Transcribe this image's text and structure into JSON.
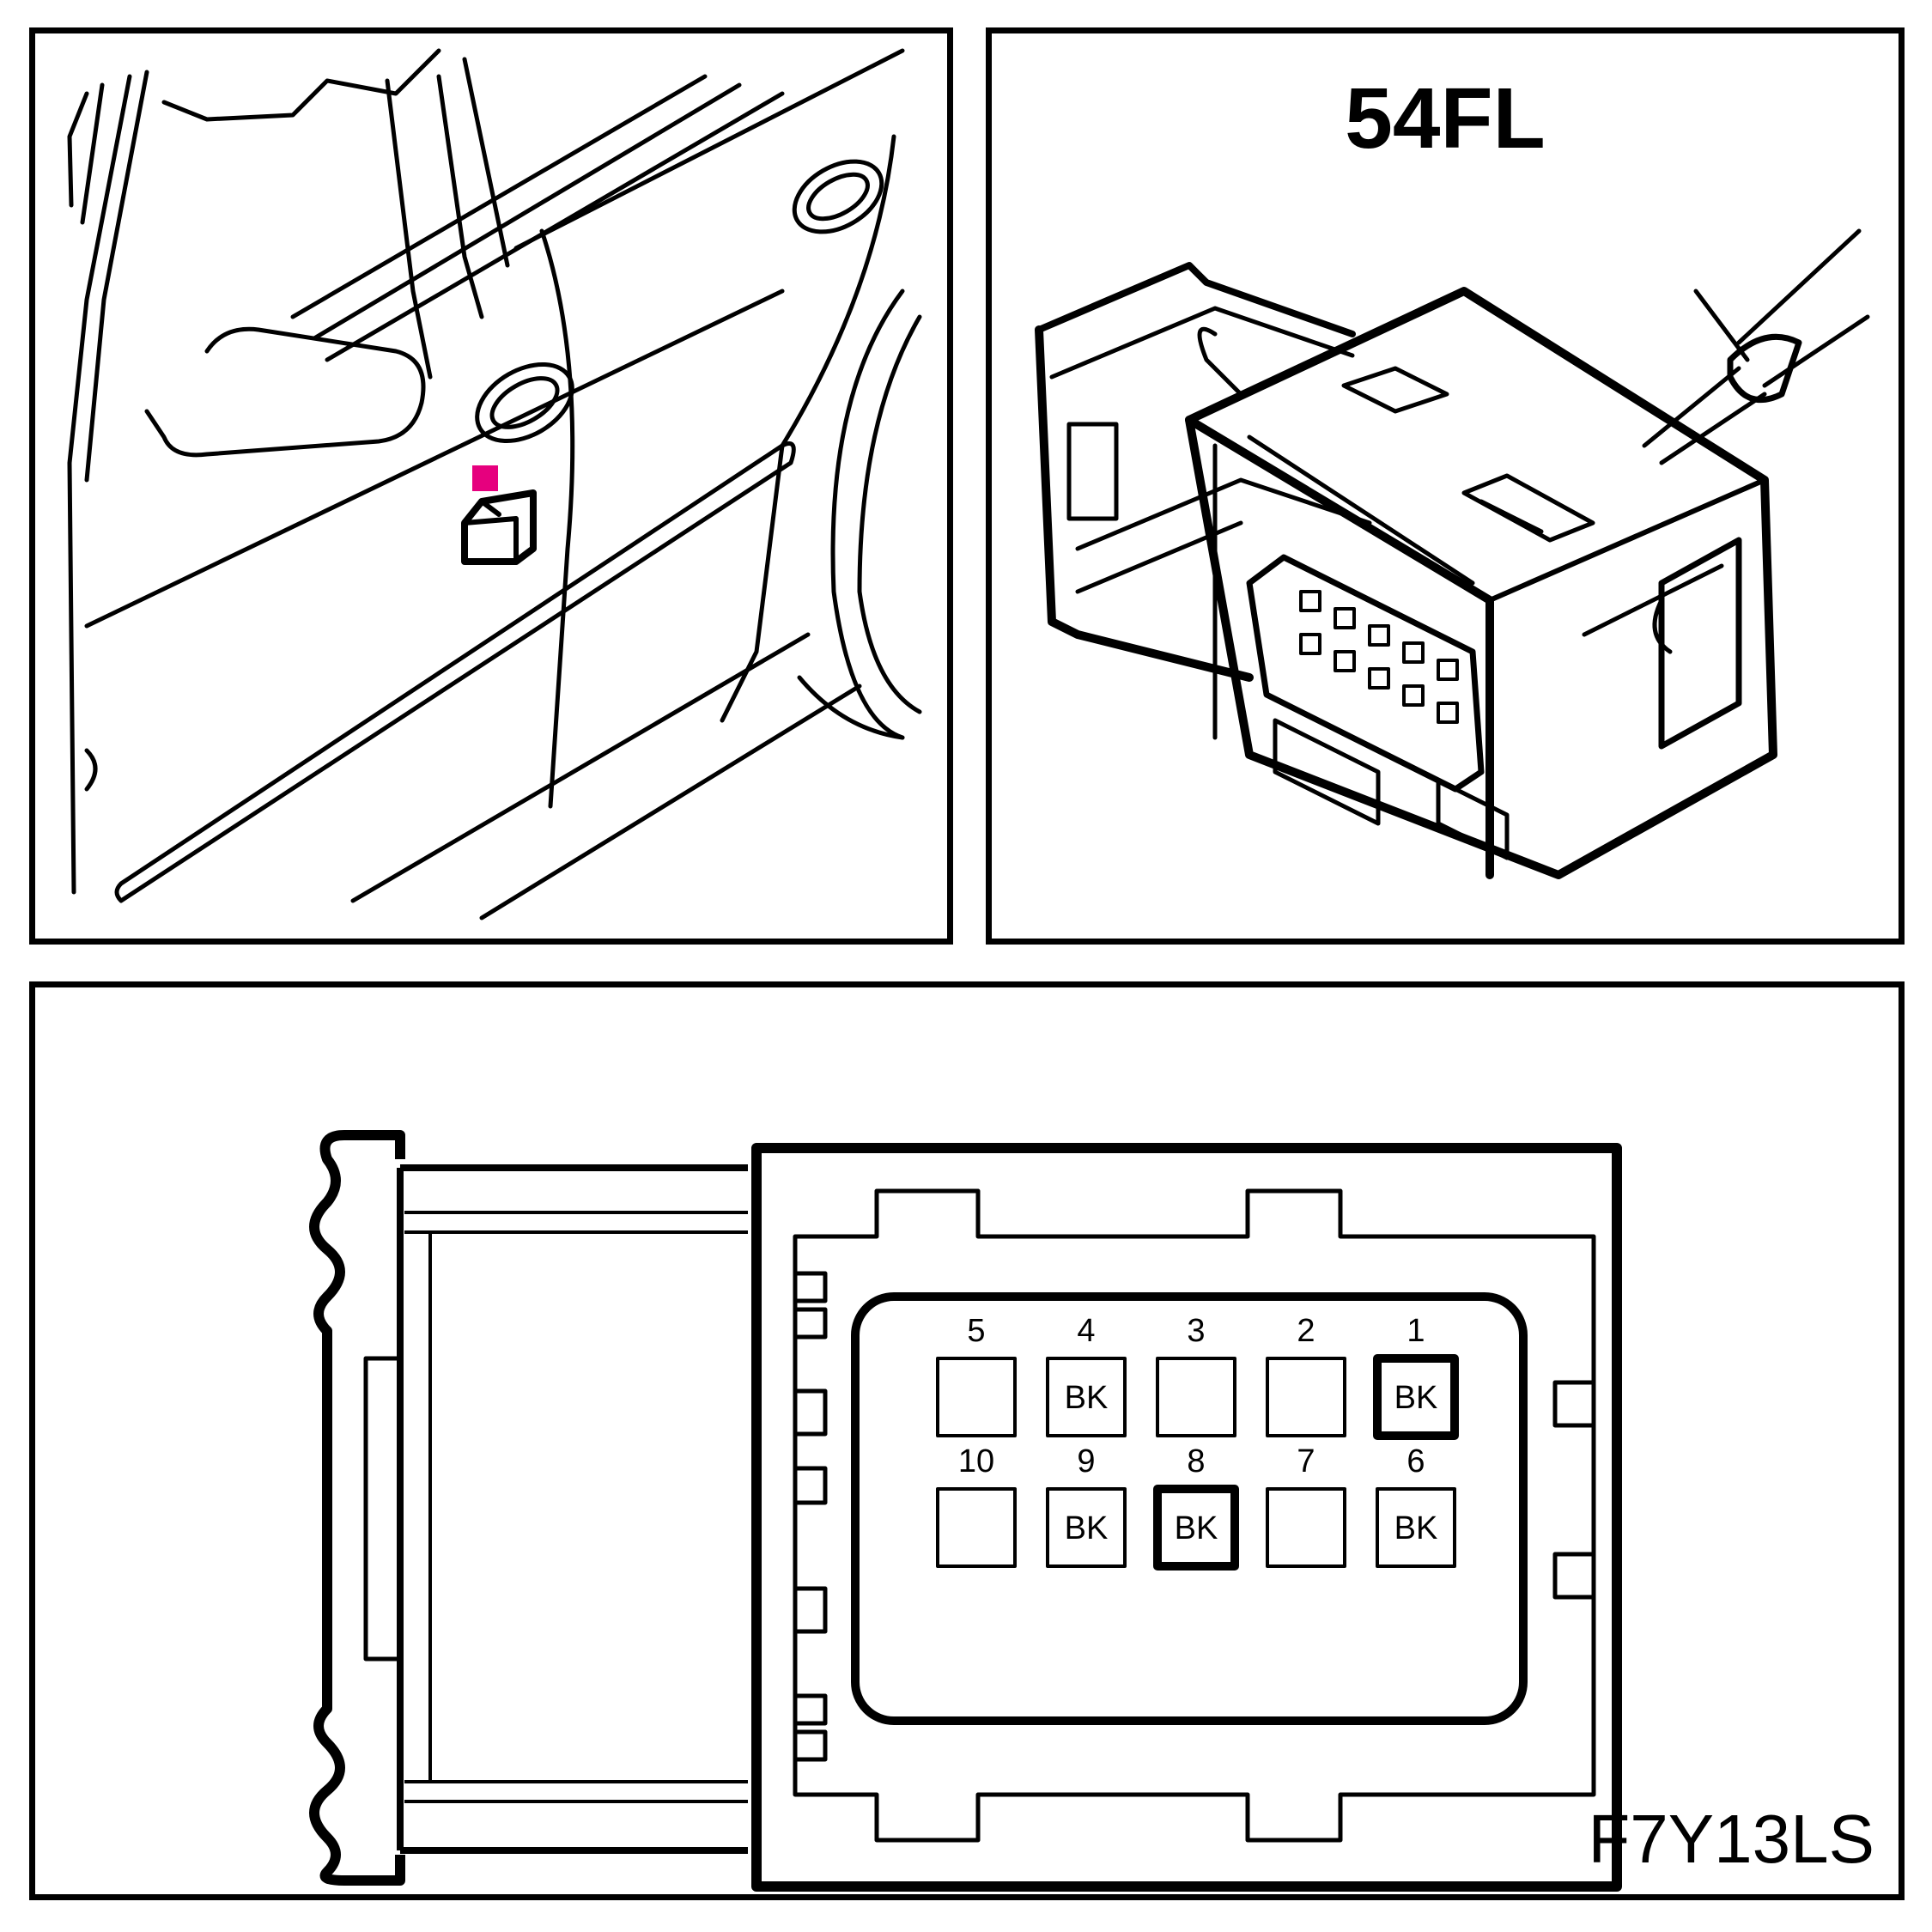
{
  "connector": {
    "id": "54FL",
    "figure_code": "F7Y13LS",
    "location_marker_color": "#e6007e"
  },
  "pins": {
    "top_row": [
      {
        "num": "5",
        "color": "",
        "bold": false
      },
      {
        "num": "4",
        "color": "BK",
        "bold": false
      },
      {
        "num": "3",
        "color": "",
        "bold": false
      },
      {
        "num": "2",
        "color": "",
        "bold": false
      },
      {
        "num": "1",
        "color": "BK",
        "bold": true
      }
    ],
    "bottom_row": [
      {
        "num": "10",
        "color": "",
        "bold": false
      },
      {
        "num": "9",
        "color": "BK",
        "bold": false
      },
      {
        "num": "8",
        "color": "BK",
        "bold": true
      },
      {
        "num": "7",
        "color": "",
        "bold": false
      },
      {
        "num": "6",
        "color": "BK",
        "bold": false
      }
    ]
  }
}
